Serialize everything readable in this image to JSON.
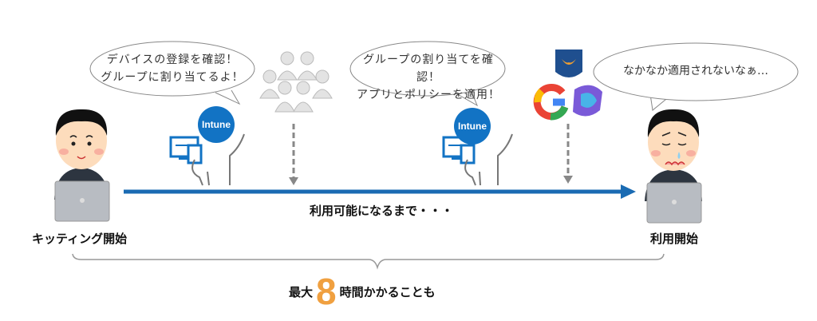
{
  "bubbles": {
    "intune_register": {
      "line1": "デバイスの登録を確認！",
      "line2": "グループに割り当てるよ！"
    },
    "intune_apply": {
      "line1": "グループの割り当てを確認！",
      "line2": "アプリとポリシーを適用！"
    },
    "user_waiting": {
      "line1": "なかなか適用されないなぁ…"
    }
  },
  "intune_label": "Intune",
  "timeline": {
    "start_label": "キッティング開始",
    "end_label": "利用開始",
    "middle_label": "利用可能になるまで・・・"
  },
  "summary": {
    "prefix": "最大",
    "hours": "8",
    "suffix": "時間かかることも"
  },
  "colors": {
    "arrow": "#1a6bb3",
    "intune": "#1273c4",
    "dashed": "#888888",
    "eight": "#f0a040"
  }
}
